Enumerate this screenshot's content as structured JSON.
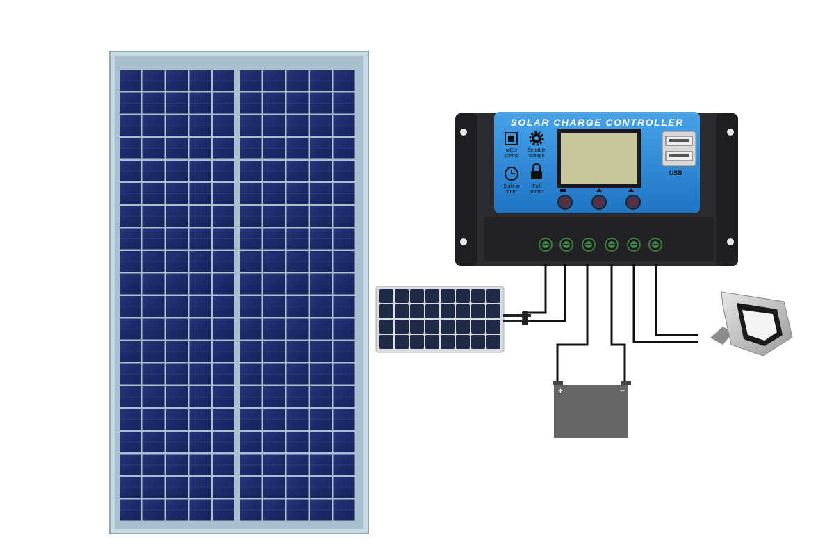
{
  "controller": {
    "title": "SOLAR CHARGE CONTROLLER",
    "features": [
      {
        "icon": "chip-icon",
        "line1": "MCU",
        "line2": "control"
      },
      {
        "icon": "gear-icon",
        "line1": "Settable",
        "line2": "voltage"
      },
      {
        "icon": "clock-icon",
        "line1": "Build-in",
        "line2": "timer"
      },
      {
        "icon": "lock-icon",
        "line1": "Full",
        "line2": "protect"
      }
    ],
    "usb_label": "USB",
    "button_icons": [
      "menu-icon",
      "up-arrow-icon",
      "down-arrow-icon"
    ]
  },
  "battery": {
    "plus": "+",
    "minus": "−"
  },
  "colors": {
    "panel_cell": "#1e2c6e",
    "panel_frame": "#b7cdd9",
    "controller_body": "#2a2a2c",
    "controller_face": "#2f86d6",
    "lcd": "#c7c59a",
    "battery": "#666666",
    "wire": "#111111"
  }
}
